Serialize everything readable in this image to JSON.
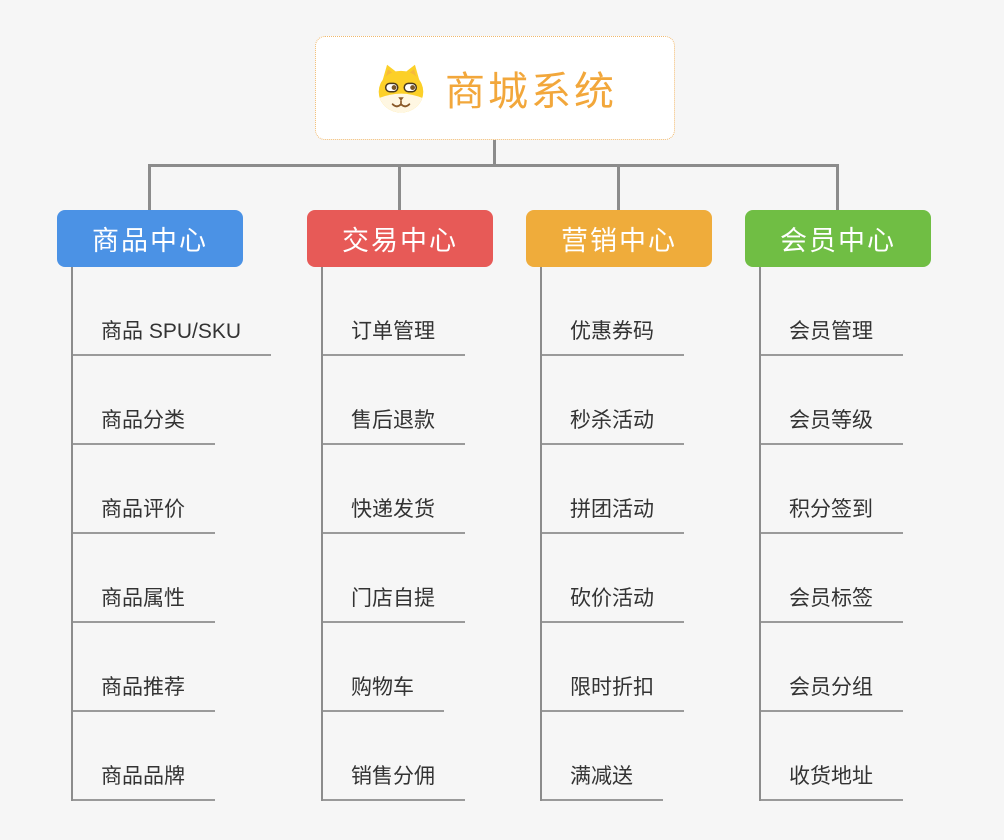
{
  "root": {
    "title": "商城系统",
    "icon": "shiba-dog-icon",
    "title_color": "#F2A73B",
    "box_background": "#FFFFFF",
    "border_color": "#F0B96E",
    "border_style": "dotted"
  },
  "canvas": {
    "background_color": "#F6F6F6",
    "connector_color": "#8C8C8C",
    "leaf_underline_color": "#9A9A9A",
    "leaf_text_color": "#333333"
  },
  "branches": [
    {
      "label": "商品中心",
      "color": "#4B92E5",
      "children": [
        "商品 SPU/SKU",
        "商品分类",
        "商品评价",
        "商品属性",
        "商品推荐",
        "商品品牌"
      ]
    },
    {
      "label": "交易中心",
      "color": "#E75A57",
      "children": [
        "订单管理",
        "售后退款",
        "快递发货",
        "门店自提",
        "购物车",
        "销售分佣"
      ]
    },
    {
      "label": "营销中心",
      "color": "#EFAC3B",
      "children": [
        "优惠券码",
        "秒杀活动",
        "拼团活动",
        "砍价活动",
        "限时折扣",
        "满减送"
      ]
    },
    {
      "label": "会员中心",
      "color": "#70BE44",
      "children": [
        "会员管理",
        "会员等级",
        "积分签到",
        "会员标签",
        "会员分组",
        "收货地址"
      ]
    }
  ]
}
